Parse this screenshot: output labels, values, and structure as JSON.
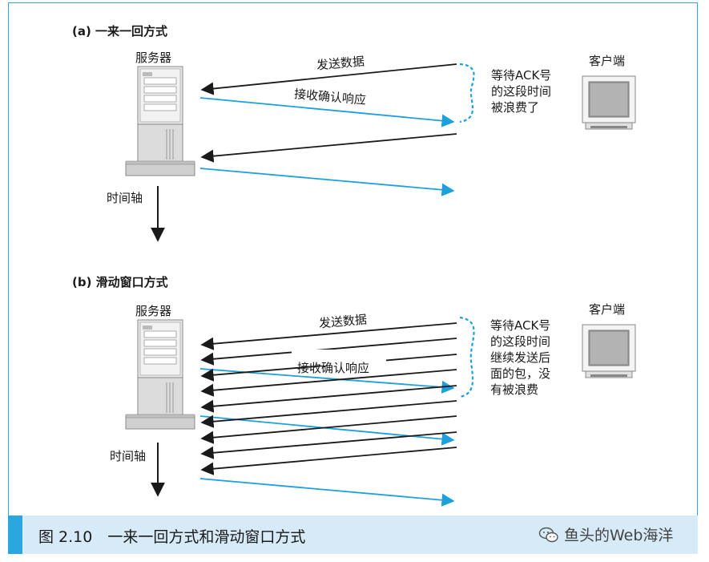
{
  "panel_a": {
    "title": "(a) 一来一回方式",
    "server_label": "服务器",
    "client_label": "客户端",
    "time_axis_label": "时间轴",
    "send_label": "发送数据",
    "ack_label": "接收确认响应",
    "note_lines": [
      "等待ACK号",
      "的这段时间",
      "被浪费了"
    ]
  },
  "panel_b": {
    "title": "(b) 滑动窗口方式",
    "server_label": "服务器",
    "client_label": "客户端",
    "time_axis_label": "时间轴",
    "send_label": "发送数据",
    "ack_label": "接收确认响应",
    "note_lines": [
      "等待ACK号",
      "的这段时间",
      "继续发送后",
      "面的包，没",
      "有被浪费"
    ]
  },
  "caption": "图 2.10　一来一回方式和滑动窗口方式",
  "watermark": "鱼头的Web海洋",
  "colors": {
    "frame": "#2aa7de",
    "caption_bg": "#d6eaf7",
    "data_arrow": "#1a1a1a",
    "ack_arrow": "#1ea0dc"
  },
  "icons": {
    "server": "server-tower-icon",
    "client": "crt-monitor-icon",
    "watermark": "wechat-icon"
  }
}
